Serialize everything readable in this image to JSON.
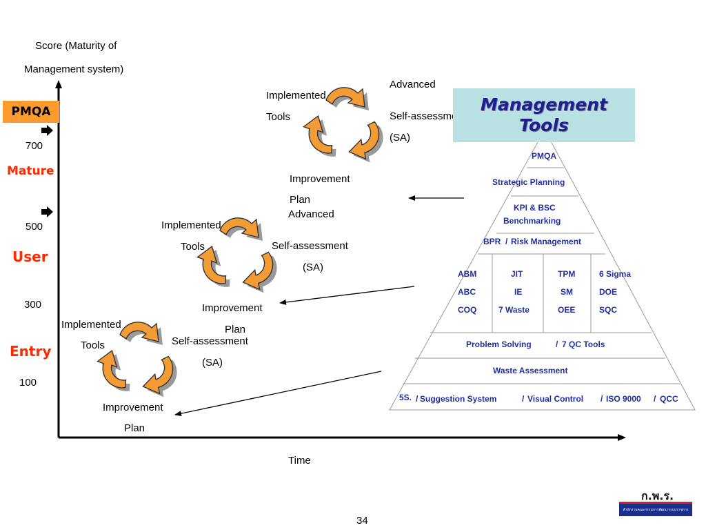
{
  "axis": {
    "y_title_line1": "Score (Maturity of",
    "y_title_line2": "Management system)",
    "x_title": "Time",
    "ticks": [
      "700",
      "500",
      "300",
      "100"
    ]
  },
  "levels": {
    "pmqa": "PMQA",
    "mature": "Mature",
    "user": "User",
    "entry": "Entry"
  },
  "cycles": [
    {
      "implemented": "Implemented",
      "tools": "Tools",
      "advanced": "Advanced",
      "self_assessment": "Self-assessment",
      "sa": "(SA)",
      "improvement": "Improvement",
      "plan": "Plan"
    },
    {
      "implemented": "Implemented",
      "tools": "Tools",
      "advanced": "Advanced",
      "self_assessment": "Self-assessment",
      "sa": "(SA)",
      "improvement": "Improvement",
      "plan": "Plan"
    },
    {
      "implemented": "Implemented",
      "tools": "Tools",
      "self_assessment": "Self-assessment",
      "sa": "(SA)",
      "improvement": "Improvement",
      "plan": "Plan"
    }
  ],
  "tools_title": {
    "line1": "Management",
    "line2": "Tools"
  },
  "pyramid": {
    "pmqa": "PMQA",
    "strategic": "Strategic Planning",
    "kpi": "KPI  &  BSC",
    "benchmarking": "Benchmarking",
    "bpr": "BPR",
    "risk": "Risk Management",
    "col1": [
      "ABM",
      "ABC",
      "COQ"
    ],
    "col2": [
      "JIT",
      "IE",
      "7  Waste"
    ],
    "col3": [
      "TPM",
      "SM",
      "OEE"
    ],
    "col4": [
      "6  Sigma",
      "DOE",
      "SQC"
    ],
    "problem_solving": "Problem Solving",
    "qc_tools": "7  QC Tools",
    "waste_assessment": "Waste Assessment",
    "five_s": "5S.",
    "suggestion": "Suggestion System",
    "visual": "Visual Control",
    "iso": "ISO 9000",
    "qcc": "QCC",
    "slashes": [
      "/",
      "/",
      "/",
      "/",
      "/",
      "/"
    ]
  },
  "footer": {
    "page_number": "34",
    "logo_text": "ก.พ.ร.",
    "logo_band_text": "สำนักงานคณะกรรมการพัฒนาระบบราชการ"
  },
  "colors": {
    "accent_orange": "#ff9a2e",
    "level_red": "#ff2a00",
    "pyramid_text": "#1f2fa0",
    "title_bg": "#b9e0e3"
  }
}
